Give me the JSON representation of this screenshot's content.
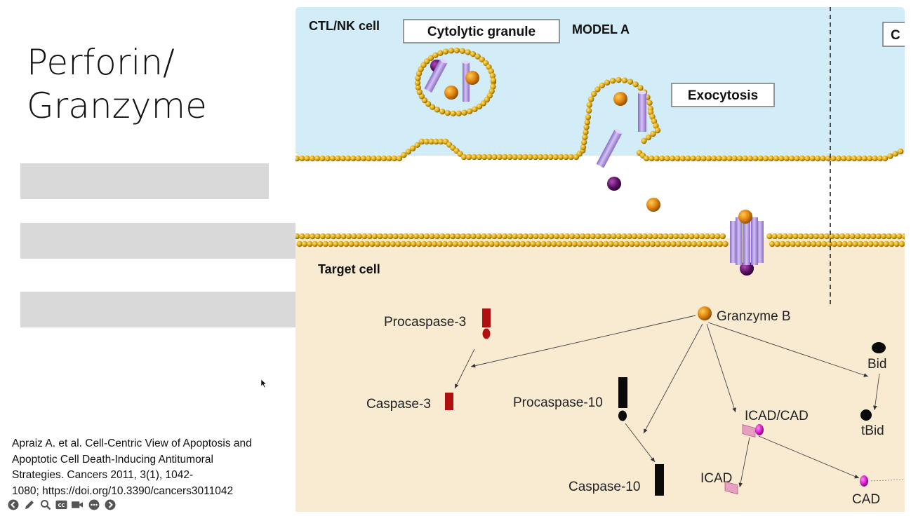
{
  "slide": {
    "title": "Perforin/\nGranzyme",
    "citation": [
      "Apraiz A. et al. Cell-Centric View of Apoptosis and",
      "Apoptotic Cell Death-Inducing Antitumoral",
      "Strategies. Cancers 2011, 3(1), 1042-",
      "1080; https://doi.org/10.3390/cancers3011042"
    ]
  },
  "diagram": {
    "ctl_label": "CTL/NK cell",
    "granule_box": "Cytolytic granule",
    "model_label": "MODEL A",
    "exocytosis_box": "Exocytosis",
    "partial_box_letter": "C",
    "target_label": "Target cell",
    "labels": {
      "granzyme_b": "Granzyme B",
      "procaspase3": "Procaspase-3",
      "caspase3": "Caspase-3",
      "procaspase10": "Procaspase-10",
      "caspase10": "Caspase-10",
      "icad_cad": "ICAD/CAD",
      "icad": "ICAD",
      "cad": "CAD",
      "bid": "Bid",
      "tbid": "tBid"
    },
    "colors": {
      "ctl_bg": "#d3edf8",
      "target_bg": "#f8ebd2",
      "membrane_bead": "#d9a30e",
      "granzyme": "#e0850f",
      "perforin": "#b89be6",
      "dark_granule": "#5b1063",
      "caspase3": "#b01010",
      "caspase10": "#0a0a0a",
      "cad": "#d51fc8",
      "icad": "#e8a0c0"
    }
  },
  "toolbar": {
    "icons": [
      "back-icon",
      "pen-icon",
      "zoom-icon",
      "captions-icon",
      "camera-icon",
      "more-icon",
      "forward-icon"
    ],
    "cc_text": "CC"
  }
}
